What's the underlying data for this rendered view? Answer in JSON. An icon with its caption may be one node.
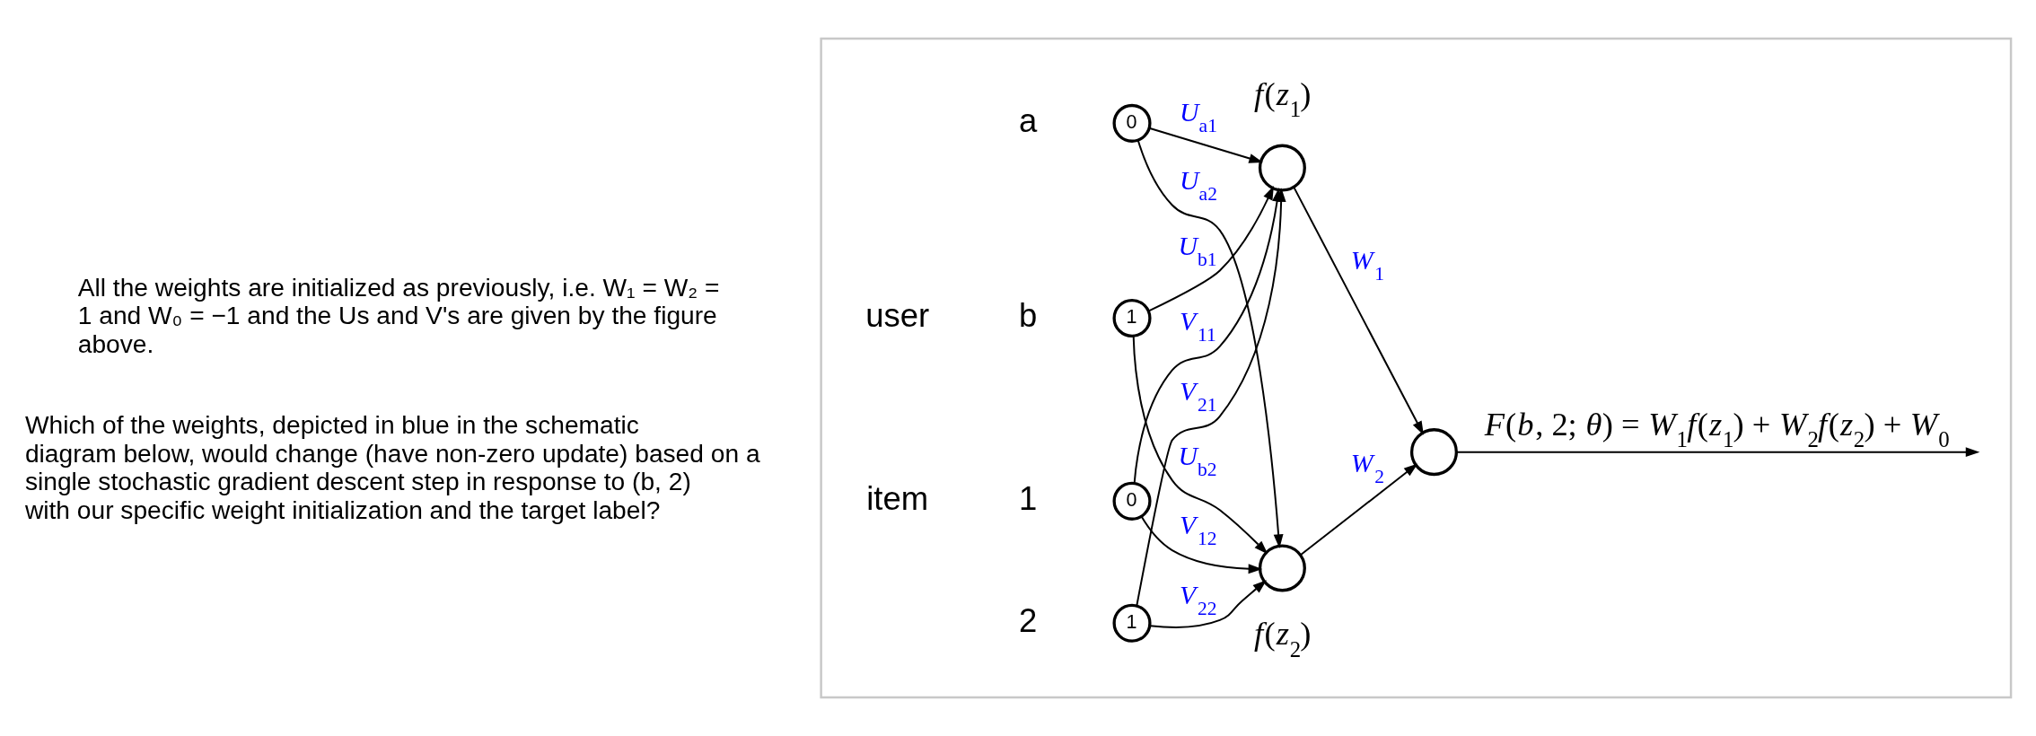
{
  "diagram": {
    "nodes": [
      {
        "text": [],
        "shape": "box"
      },
      {
        "text": [
          "0"
        ],
        "beside": [
          "a"
        ],
        "in": 0
      },
      {
        "text": [
          "1"
        ],
        "beside": [
          "b"
        ],
        "in": 0
      },
      {
        "text": [
          "0"
        ],
        "beside": [
          "1"
        ],
        "in": 0
      },
      {
        "text": [
          "1"
        ],
        "beside": [
          "2"
        ],
        "in": 0
      },
      {
        "text": [],
        "shape": "circle",
        "beside": [
          "*f*(*z*$_{1}$)"
        ],
        "in": 0
      },
      {
        "text": [],
        "shape": "circle",
        "beside": [
          "*f*(*z*$_{2}$)"
        ],
        "in": 0
      },
      {
        "text": [],
        "shape": "circle",
        "in": 0
      }
    ],
    "edges": [
      {
        "from": 1,
        "to": 5,
        "arrow": "to",
        "label": "*U*$_{a1}$"
      },
      {
        "from": 2,
        "to": 5,
        "arrow": "to",
        "label": "*U*$_{b1}$"
      },
      {
        "from": 3,
        "to": 5,
        "arrow": "to",
        "label": "*V*$_{11}$"
      },
      {
        "from": 4,
        "to": 5,
        "arrow": "to",
        "label": "*V*$_{21}$"
      },
      {
        "from": 1,
        "to": 6,
        "arrow": "to",
        "label": "*U*$_{a2}$"
      },
      {
        "from": 2,
        "to": 6,
        "arrow": "to",
        "label": "*U*$_{b2}$"
      },
      {
        "from": 3,
        "to": 6,
        "arrow": "to",
        "label": "*V*$_{12}$"
      },
      {
        "from": 4,
        "to": 6,
        "arrow": "to",
        "label": "*V*$_{22}$"
      },
      {
        "from": 5,
        "to": 7,
        "arrow": "to",
        "label": "*W*$_{1}$"
      },
      {
        "from": 6,
        "to": 7,
        "arrow": "to",
        "label": "*W*$_{2}$"
      },
      {
        "from": 7,
        "to": null,
        "arrow": "to",
        "label": "*F*(*b*, 2; *θ*) = *W*$_{1}$*f*(*z*$_{1}$) + *W*$_{2}$*f*(*z*$_{2}$) + *W*$_{0}$"
      }
    ],
    "labels": [
      "All the weights are initialized as previously, i.e. W₁ = W₂ = 1 and W₀ = −1 and the Us and V's are given by the figure above.",
      "Which of the weights, depicted in blue in the schematic diagram below, would change (have non-zero update) based on a single stochastic gradient descent step in response to (b, 2) with our specific weight initialization and the target label?",
      "user",
      "item"
    ]
  }
}
